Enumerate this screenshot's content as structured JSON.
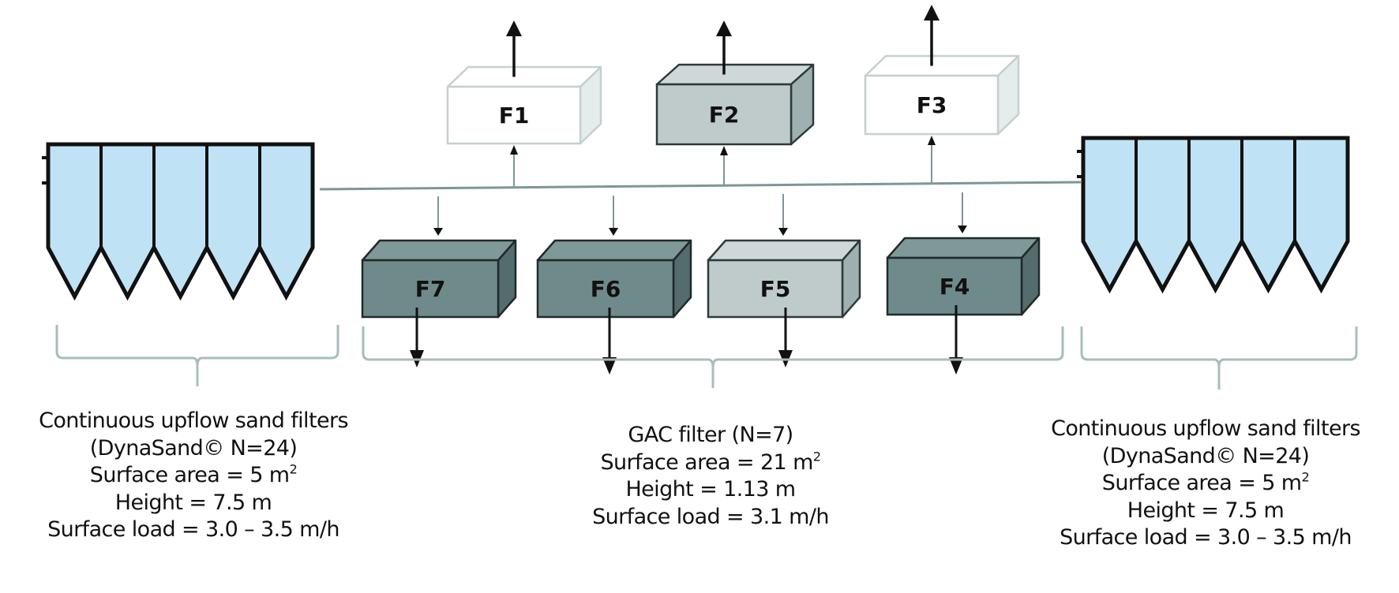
{
  "diagram": {
    "left_group": {
      "name": "Continuous upflow sand filters",
      "lines": [
        "Continuous upflow sand filters",
        "(DynaSand©  N=24)",
        "Surface area = 5 m",
        "Height = 7.5 m",
        "Surface load = 3.0 – 3.5 m/h"
      ],
      "area_sup": "2",
      "modules": 5
    },
    "center_group": {
      "name": "GAC filter",
      "lines": [
        "GAC filter (N=7)",
        "Surface area = 21 m",
        "Height = 1.13 m",
        "Surface load = 3.1 m/h"
      ],
      "area_sup": "2"
    },
    "right_group": {
      "name": "Continuous upflow sand filters",
      "lines": [
        "Continuous upflow sand filters",
        "(DynaSand©  N=24)",
        "Surface area = 5 m",
        "Height = 7.5 m",
        "Surface load = 3.0 – 3.5 m/h"
      ],
      "area_sup": "2",
      "modules": 5
    },
    "gac_filters": [
      {
        "id": "F1",
        "row": "top",
        "shade": "white",
        "flow": "up"
      },
      {
        "id": "F2",
        "row": "top",
        "shade": "light-gray",
        "flow": "up"
      },
      {
        "id": "F3",
        "row": "top",
        "shade": "white",
        "flow": "up"
      },
      {
        "id": "F7",
        "row": "bottom",
        "shade": "dark-gray",
        "flow": "down"
      },
      {
        "id": "F6",
        "row": "bottom",
        "shade": "dark-gray",
        "flow": "down"
      },
      {
        "id": "F5",
        "row": "bottom",
        "shade": "light-gray",
        "flow": "down"
      },
      {
        "id": "F4",
        "row": "bottom",
        "shade": "dark-gray",
        "flow": "down"
      }
    ],
    "colors": {
      "sand_filter_fill": "#bfe3f5",
      "sand_filter_stroke": "#111111",
      "white_box_fill": "#ffffff",
      "white_box_stroke": "#c6cfcf",
      "light_box_fill": "#bfcaca",
      "dark_box_fill": "#6f8a8a",
      "pipe": "#7e9696",
      "brace": "#a9bcbc",
      "arrow": "#111111"
    }
  }
}
